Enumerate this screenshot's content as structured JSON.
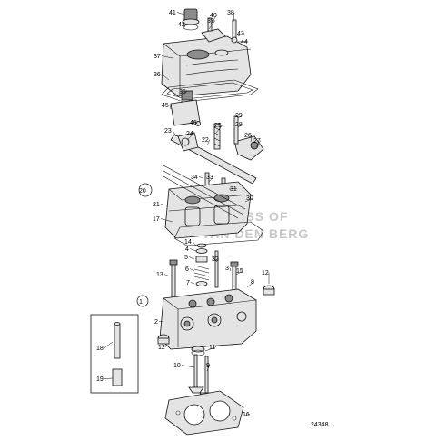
{
  "diagram": {
    "drawing_number": "24348",
    "watermark_line1": "EXPRESS OF",
    "watermark_line2": "VAN DEN BERG",
    "callouts": [
      {
        "id": "c41",
        "label": "41"
      },
      {
        "id": "c42",
        "label": "42"
      },
      {
        "id": "c39",
        "label": "39"
      },
      {
        "id": "c40",
        "label": "40"
      },
      {
        "id": "c38",
        "label": "38"
      },
      {
        "id": "c43",
        "label": "43"
      },
      {
        "id": "c44",
        "label": "44"
      },
      {
        "id": "c37",
        "label": "37"
      },
      {
        "id": "c36",
        "label": "36"
      },
      {
        "id": "c35",
        "label": "35"
      },
      {
        "id": "c45",
        "label": "45"
      },
      {
        "id": "c46",
        "label": "46"
      },
      {
        "id": "c29",
        "label": "29"
      },
      {
        "id": "c28",
        "label": "28"
      },
      {
        "id": "c25",
        "label": "25"
      },
      {
        "id": "c26",
        "label": "26"
      },
      {
        "id": "c27",
        "label": "27"
      },
      {
        "id": "c23",
        "label": "23"
      },
      {
        "id": "c24",
        "label": "24"
      },
      {
        "id": "c22",
        "label": "22"
      },
      {
        "id": "c34",
        "label": "34"
      },
      {
        "id": "c33",
        "label": "33"
      },
      {
        "id": "c31",
        "label": "31"
      },
      {
        "id": "c20",
        "label": "20"
      },
      {
        "id": "c21",
        "label": "21"
      },
      {
        "id": "c30",
        "label": "30"
      },
      {
        "id": "c17",
        "label": "17"
      },
      {
        "id": "c14",
        "label": "14"
      },
      {
        "id": "c4",
        "label": "4"
      },
      {
        "id": "c5",
        "label": "5"
      },
      {
        "id": "c32",
        "label": "32"
      },
      {
        "id": "c6",
        "label": "6"
      },
      {
        "id": "c13",
        "label": "13"
      },
      {
        "id": "c3",
        "label": "3"
      },
      {
        "id": "c15",
        "label": "15"
      },
      {
        "id": "c12a",
        "label": "12"
      },
      {
        "id": "c7",
        "label": "7"
      },
      {
        "id": "c8",
        "label": "8"
      },
      {
        "id": "c1",
        "label": "1"
      },
      {
        "id": "c2",
        "label": "2"
      },
      {
        "id": "c18",
        "label": "18"
      },
      {
        "id": "c12b",
        "label": "12"
      },
      {
        "id": "c11",
        "label": "11"
      },
      {
        "id": "c10",
        "label": "10"
      },
      {
        "id": "c9",
        "label": "9"
      },
      {
        "id": "c19",
        "label": "19"
      },
      {
        "id": "c16",
        "label": "16"
      }
    ]
  }
}
